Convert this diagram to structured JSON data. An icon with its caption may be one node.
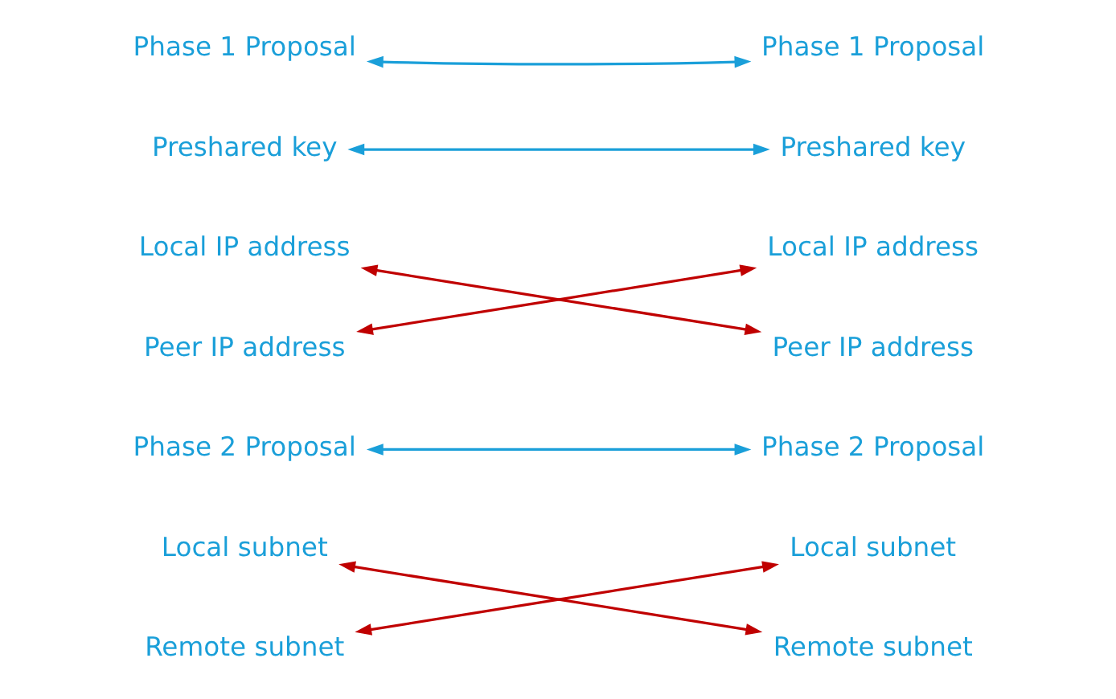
{
  "diagram": {
    "nodes": [
      {
        "text": [
          "Phase 1 Proposal"
        ]
      },
      {
        "text": [
          "Phase 1 Proposal"
        ]
      },
      {
        "text": [
          "Preshared key"
        ]
      },
      {
        "text": [
          "Preshared key"
        ]
      },
      {
        "text": [
          "Local IP address"
        ]
      },
      {
        "text": [
          "Local IP address"
        ]
      },
      {
        "text": [
          "Peer IP address"
        ]
      },
      {
        "text": [
          "Peer IP address"
        ]
      },
      {
        "text": [
          "Phase 2 Proposal"
        ]
      },
      {
        "text": [
          "Phase 2 Proposal"
        ]
      },
      {
        "text": [
          "Local subnet"
        ]
      },
      {
        "text": [
          "Local subnet"
        ]
      },
      {
        "text": [
          "Remote subnet"
        ]
      },
      {
        "text": [
          "Remote subnet"
        ]
      }
    ],
    "edges": [
      {
        "from": 0,
        "to": 1,
        "arrow": "both",
        "color": "#1a9fd9"
      },
      {
        "from": 2,
        "to": 3,
        "arrow": "both",
        "color": "#1a9fd9"
      },
      {
        "from": 4,
        "to": 7,
        "arrow": "both",
        "color": "#c00000"
      },
      {
        "from": 6,
        "to": 5,
        "arrow": "both",
        "color": "#c00000"
      },
      {
        "from": 8,
        "to": 9,
        "arrow": "both",
        "color": "#1a9fd9"
      },
      {
        "from": 10,
        "to": 13,
        "arrow": "both",
        "color": "#c00000"
      },
      {
        "from": 12,
        "to": 11,
        "arrow": "both",
        "color": "#c00000"
      }
    ]
  }
}
